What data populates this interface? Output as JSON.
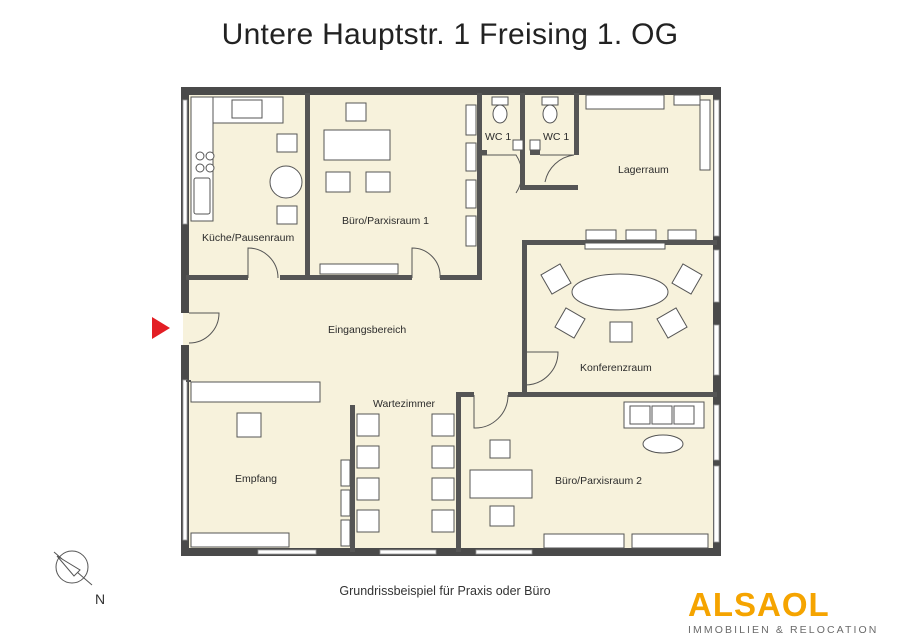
{
  "title": "Untere Hauptstr. 1 Freising 1. OG",
  "rooms": {
    "wc1": "WC 1",
    "wc2": "WC 1",
    "lagerraum": "Lagerraum",
    "kueche": "Küche/Pausenraum",
    "buero1": "Büro/Parxisraum 1",
    "eingang": "Eingangsbereich",
    "konferenz": "Konferenzraum",
    "wartezimmer": "Wartezimmer",
    "empfang": "Empfang",
    "buero2": "Büro/Parxisraum 2"
  },
  "caption": "Grundrissbeispiel für Praxis oder Büro",
  "compass": {
    "north_label": "N"
  },
  "logo": {
    "word": "ALSAOL",
    "subline": "IMMOBILIEN & RELOCATION"
  },
  "colors": {
    "floor": "#f7f2dc",
    "wall": "#4a4a4a",
    "entrance_arrow": "#e31e24",
    "logo": "#f5a400"
  }
}
